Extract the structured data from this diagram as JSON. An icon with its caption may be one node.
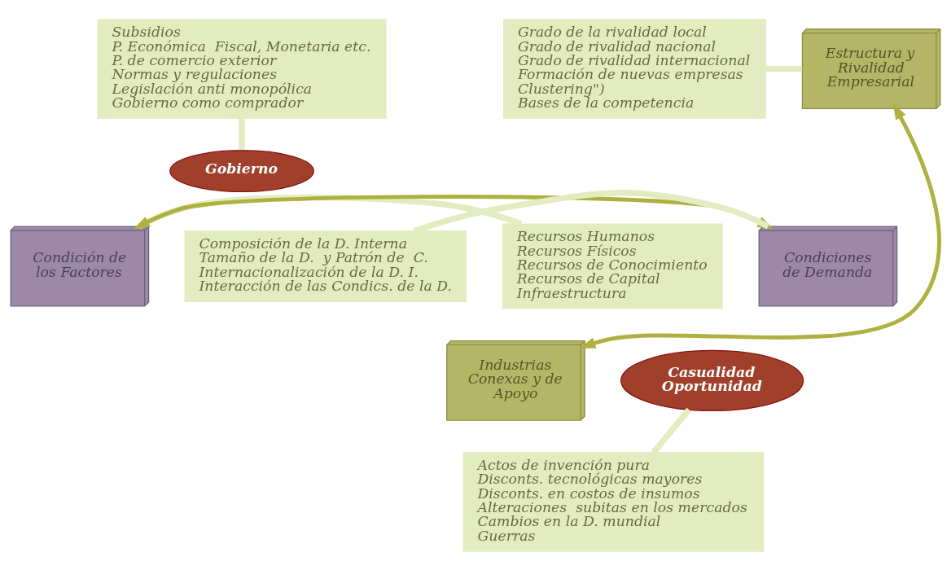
{
  "diagram": {
    "nodes": [
      {
        "text": [
          "Subsidios",
          "P. Económica  Fiscal, Monetaria etc.",
          "P. de comercio exterior",
          "Normas y regulaciones",
          "Legislación anti monopólica",
          "Gobierno como comprador"
        ]
      },
      {
        "text": [
          "Estructura y Rivalidad Empresarial"
        ]
      },
      {
        "text": [
          "Grado de la rivalidad local",
          "Grado de rivalidad nacional",
          "Grado de rivalidad internacional",
          "Formación de nuevas empresas",
          "Clustering\")",
          "Bases de la competencia"
        ]
      },
      {
        "text": [
          "Gobierno"
        ]
      },
      {
        "text": [
          "Recursos Humanos",
          "Recursos Físicos",
          "Recursos de Conocimiento",
          "Recursos de Capital",
          "Infraestructura"
        ]
      },
      {
        "text": [
          "Condición de los Factores"
        ]
      },
      {
        "text": [
          "Condiciones de Demanda"
        ]
      },
      {
        "text": [
          "Composición de la D. Interna",
          "Tamaño de la D.  y Patrón de  C.",
          "Internacionalización de la D. I.",
          "Interacción de las Condics. de la D."
        ]
      },
      {
        "text": [
          "Industrias Conexas y de Apoyo"
        ]
      },
      {
        "text": [
          "Casualidad Oportunidad"
        ]
      },
      {
        "text": [
          "Actos de invención pura",
          "Disconts. tecnológicas mayores",
          "Disconts. en costos de insumos",
          "Alteraciones  subitas en los mercados",
          "Cambios en la D. mundial",
          "Guerras"
        ]
      }
    ],
    "edges": [
      {
        "from": 0,
        "to": 3,
        "arrow": "none"
      },
      {
        "from": 2,
        "to": 1,
        "arrow": "none"
      },
      {
        "from": 4,
        "to": 5,
        "arrow": "none"
      },
      {
        "from": 7,
        "to": 6,
        "arrow": "none"
      },
      {
        "from": 10,
        "to": 9,
        "arrow": "none"
      },
      {
        "from": 1,
        "to": 8,
        "arrow": "both",
        "color": "#b0b040"
      },
      {
        "from": 5,
        "to": 6,
        "arrow": "both",
        "color": "#b0b040"
      }
    ]
  }
}
